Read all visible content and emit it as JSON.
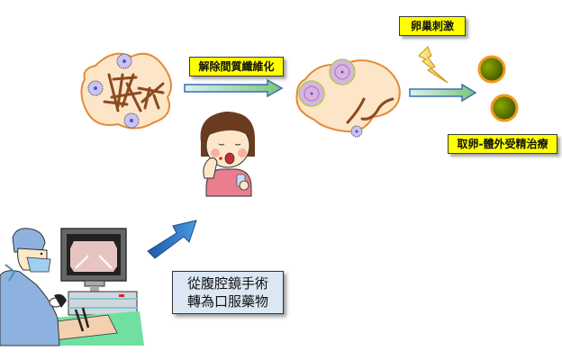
{
  "labels": {
    "dissolve_fibrosis": "解除間質纖維化",
    "ovarian_stimulation": "卵巢刺激",
    "egg_retrieval_ivf": "取卵-體外受精治療",
    "surgery_to_oral_line1": "從腹腔鏡手術",
    "surgery_to_oral_line2": "轉為口服藥物"
  },
  "colors": {
    "label_yellow": "#ffff00",
    "label_blue": "#dbe7f5",
    "tissue_fill": "#fde5c8",
    "tissue_border": "#e58a3a",
    "fiber": "#8b4a1e",
    "follicle": "#c9a3d6",
    "egg_green": "#6b8e00",
    "egg_ring": "#f39a1a",
    "arrow_big_blue": "#2f78c8"
  },
  "stages": [
    {
      "id": "fibrotic-ovary",
      "description": "Ovary with interstitial fibrosis"
    },
    {
      "id": "recovered-ovary",
      "description": "Ovary with developing follicles"
    },
    {
      "id": "eggs",
      "description": "Retrieved eggs"
    }
  ]
}
